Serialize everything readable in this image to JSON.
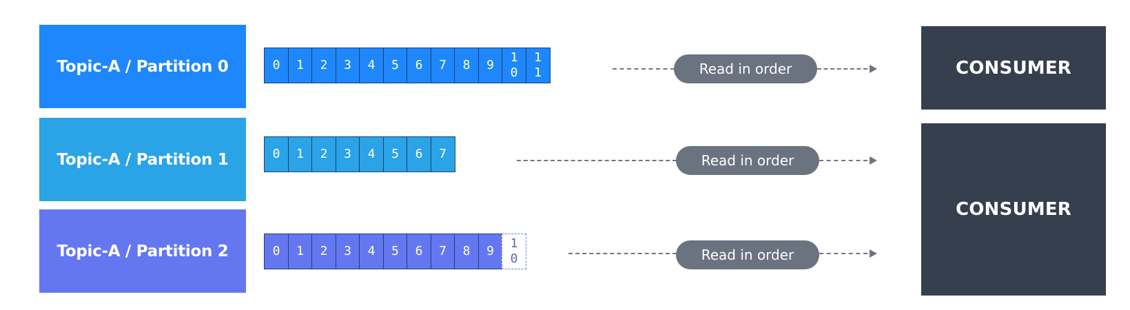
{
  "colors": {
    "partition_0": "#1e87fb",
    "partition_1": "#2aa3e7",
    "partition_2": "#6577f0",
    "consumer": "#353f4e",
    "pill": "#6b7280",
    "arrow": "#6f7480"
  },
  "partitions": [
    {
      "label": "Topic-A / Partition 0",
      "offsets": [
        "0",
        "1",
        "2",
        "3",
        "4",
        "5",
        "6",
        "7",
        "8",
        "9",
        "1\n0",
        "1\n1"
      ],
      "pending_offset": null,
      "read_label": "Read in order"
    },
    {
      "label": "Topic-A / Partition 1",
      "offsets": [
        "0",
        "1",
        "2",
        "3",
        "4",
        "5",
        "6",
        "7"
      ],
      "pending_offset": null,
      "read_label": "Read in order"
    },
    {
      "label": "Topic-A / Partition 2",
      "offsets": [
        "0",
        "1",
        "2",
        "3",
        "4",
        "5",
        "6",
        "7",
        "8",
        "9"
      ],
      "pending_offset": "1\n0",
      "read_label": "Read in order"
    }
  ],
  "consumers": [
    {
      "label": "CONSUMER"
    },
    {
      "label": "CONSUMER"
    }
  ]
}
